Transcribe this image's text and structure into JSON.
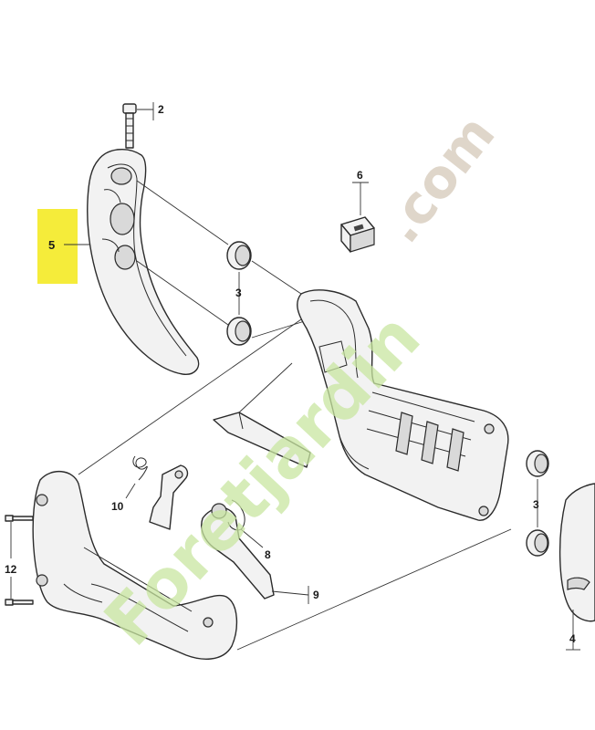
{
  "callouts": {
    "c2": "2",
    "c3a": "3",
    "c3b": "3",
    "c4": "4",
    "c5": "5",
    "c6": "6",
    "c8": "8",
    "c9": "9",
    "c10": "10",
    "c12": "12"
  },
  "watermark": {
    "site_tld": ".com",
    "site_name": "Foretjardin"
  },
  "colors": {
    "highlight": "#f5ec3a",
    "watermark_green": "#c8e6a0",
    "watermark_brown": "#d9cfc1"
  }
}
